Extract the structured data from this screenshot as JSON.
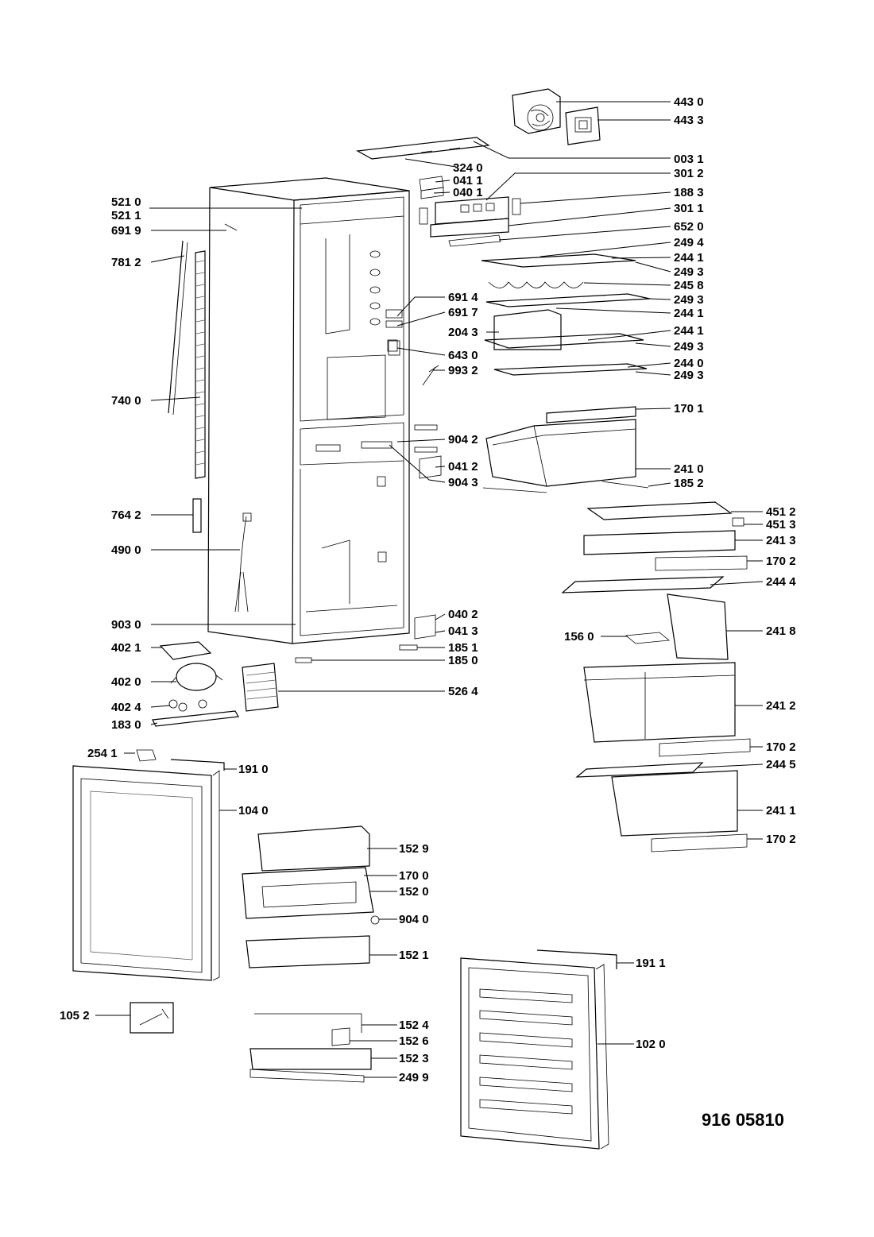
{
  "diagram": {
    "document_number": "916 05810",
    "parts": [
      {
        "code": "443 0"
      },
      {
        "code": "443 3"
      },
      {
        "code": "003 1"
      },
      {
        "code": "324 0"
      },
      {
        "code": "301 2"
      },
      {
        "code": "041 1"
      },
      {
        "code": "040 1"
      },
      {
        "code": "188 3"
      },
      {
        "code": "301 1"
      },
      {
        "code": "652 0"
      },
      {
        "code": "249 4"
      },
      {
        "code": "244 1"
      },
      {
        "code": "249 3"
      },
      {
        "code": "245 8"
      },
      {
        "code": "249 3"
      },
      {
        "code": "244 1"
      },
      {
        "code": "244 1"
      },
      {
        "code": "249 3"
      },
      {
        "code": "244 0"
      },
      {
        "code": "249 3"
      },
      {
        "code": "170 1"
      },
      {
        "code": "241 0"
      },
      {
        "code": "185 2"
      },
      {
        "code": "451 2"
      },
      {
        "code": "451 3"
      },
      {
        "code": "241 3"
      },
      {
        "code": "170 2"
      },
      {
        "code": "244 4"
      },
      {
        "code": "241 8"
      },
      {
        "code": "241 2"
      },
      {
        "code": "170 2"
      },
      {
        "code": "244 5"
      },
      {
        "code": "241 1"
      },
      {
        "code": "170 2"
      },
      {
        "code": "521 0"
      },
      {
        "code": "521 1"
      },
      {
        "code": "691 9"
      },
      {
        "code": "781 2"
      },
      {
        "code": "740 0"
      },
      {
        "code": "764 2"
      },
      {
        "code": "490 0"
      },
      {
        "code": "903 0"
      },
      {
        "code": "402 1"
      },
      {
        "code": "402 0"
      },
      {
        "code": "402 4"
      },
      {
        "code": "183 0"
      },
      {
        "code": "691 4"
      },
      {
        "code": "691 7"
      },
      {
        "code": "204 3"
      },
      {
        "code": "643 0"
      },
      {
        "code": "993 2"
      },
      {
        "code": "904 2"
      },
      {
        "code": "041 2"
      },
      {
        "code": "904 3"
      },
      {
        "code": "040 2"
      },
      {
        "code": "041 3"
      },
      {
        "code": "185 1"
      },
      {
        "code": "185 0"
      },
      {
        "code": "526 4"
      },
      {
        "code": "156 0"
      },
      {
        "code": "254 1"
      },
      {
        "code": "191 0"
      },
      {
        "code": "104 0"
      },
      {
        "code": "152 9"
      },
      {
        "code": "170 0"
      },
      {
        "code": "152 0"
      },
      {
        "code": "904 0"
      },
      {
        "code": "152 1"
      },
      {
        "code": "191 1"
      },
      {
        "code": "105 2"
      },
      {
        "code": "152 4"
      },
      {
        "code": "152 6"
      },
      {
        "code": "152 3"
      },
      {
        "code": "249 9"
      },
      {
        "code": "102 0"
      }
    ]
  }
}
